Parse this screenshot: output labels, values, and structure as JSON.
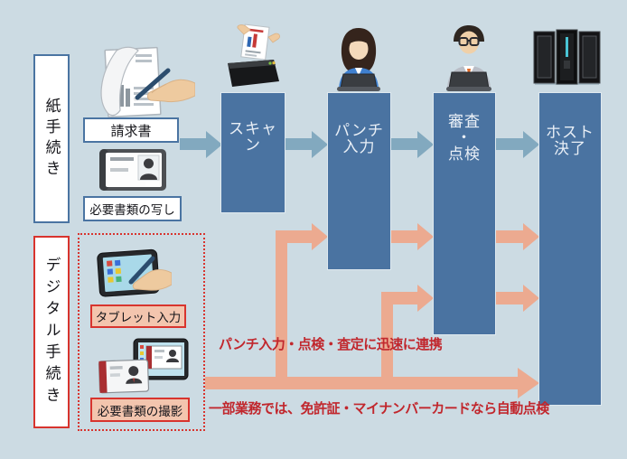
{
  "diagram": {
    "lanes": {
      "paper": "紙手続き",
      "digital": "デジタル手続き"
    },
    "paper_inputs": {
      "invoice": "請求書",
      "document_copy": "必要書類の写し"
    },
    "digital_inputs": {
      "tablet_entry": "タブレット入力",
      "document_photo": "必要書類の撮影"
    },
    "steps": {
      "scan": {
        "label": "スキャン",
        "lines": [
          "スキャン"
        ]
      },
      "punch": {
        "label": "パンチ入力",
        "lines": [
          "パンチ",
          "入力"
        ]
      },
      "review": {
        "label": "審査・点検",
        "lines": [
          "審査",
          "・",
          "点検"
        ]
      },
      "host": {
        "label": "ホスト決了",
        "lines": [
          "ホスト",
          "決了"
        ]
      }
    },
    "notes": {
      "link": "パンチ入力・点検・査定に迅速に連携",
      "auto": "一部業務では、免許証・マイナンバーカードなら自動点検"
    },
    "colors": {
      "background": "#ccdbe3",
      "process_box": "#4a73a1",
      "paper_flow_arrow": "#82a9bf",
      "digital_flow_arrow": "#ecaa90",
      "accent_red_text": "#c1272d",
      "blue_border": "#4a74a2",
      "red_border": "#d8342e",
      "digital_caption_bg": "#f3c5ae"
    }
  }
}
